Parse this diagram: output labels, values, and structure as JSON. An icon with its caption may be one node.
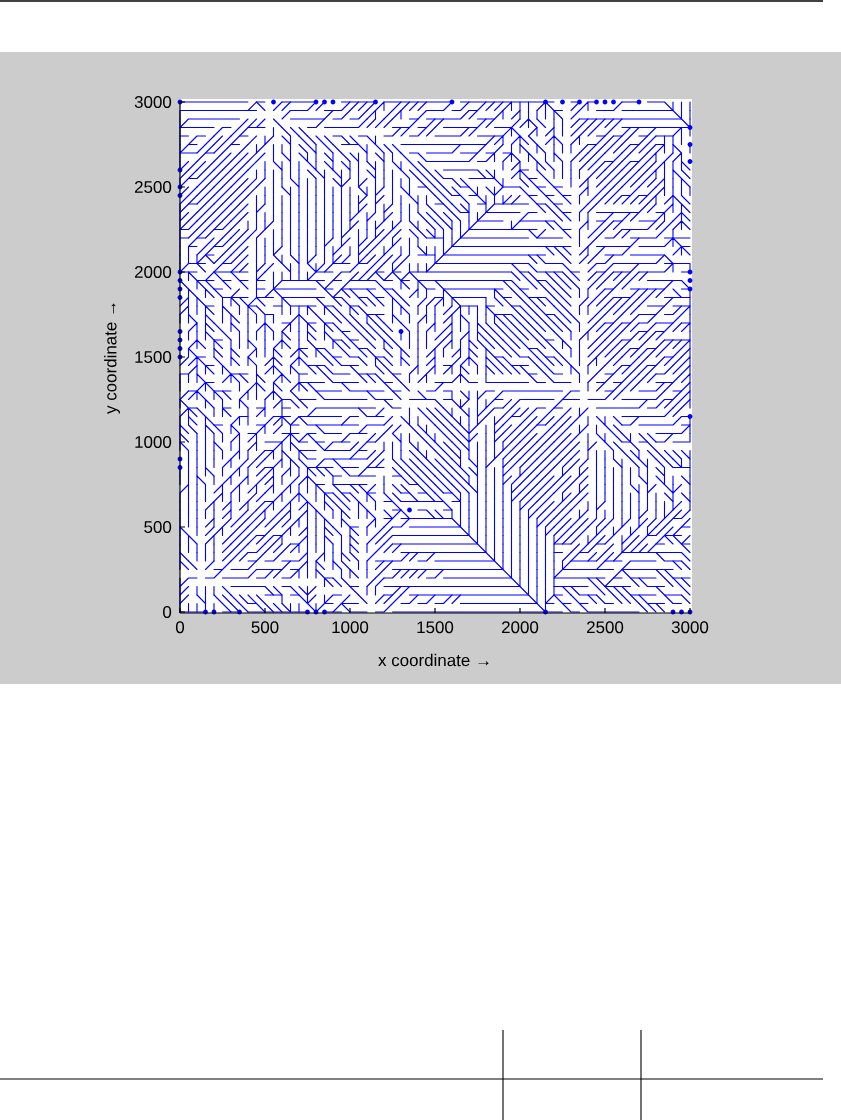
{
  "diagram": {
    "labels": [
      "3000",
      "2500",
      "2000",
      "1500",
      "1000",
      "500",
      "0",
      "y coordinate →",
      "0",
      "500",
      "1000",
      "1500",
      "2000",
      "2500",
      "3000",
      "x coordinate →"
    ]
  }
}
